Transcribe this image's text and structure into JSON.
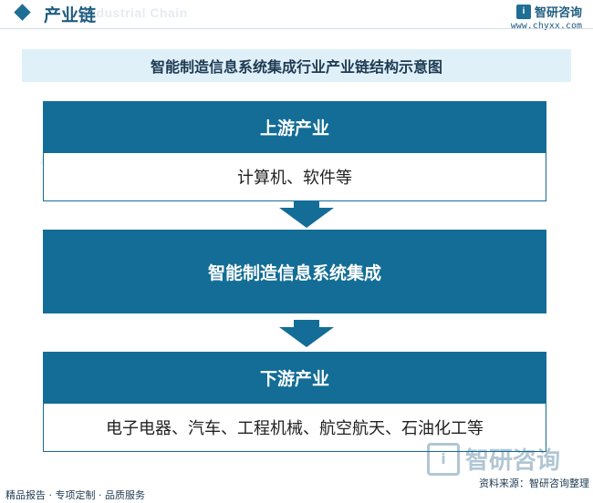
{
  "header": {
    "title": "产业链",
    "title_en": "Industrial Chain",
    "brand_logo": "i",
    "brand_name": "智研咨询",
    "brand_url": "www.chyxx.com"
  },
  "diagram": {
    "title": "智能制造信息系统集成行业产业链结构示意图",
    "upstream": {
      "heading": "上游产业",
      "items": "计算机、软件等"
    },
    "midstream": {
      "heading": "智能制造信息系统集成"
    },
    "downstream": {
      "heading": "下游产业",
      "items": "电子电器、汽车、工程机械、航空航天、石油化工等"
    }
  },
  "footer": {
    "left": "精品报告 · 专项定制 · 品质服务",
    "source": "资料来源：智研咨询整理",
    "watermark_logo": "i",
    "watermark_text": "智研咨询"
  },
  "colors": {
    "primary": "#136d96",
    "title_bg": "#dff0f9",
    "heading_text": "#1f5d80"
  },
  "icons": [
    "diamond-icon",
    "brand-logo-icon",
    "arrow-down-icon"
  ]
}
